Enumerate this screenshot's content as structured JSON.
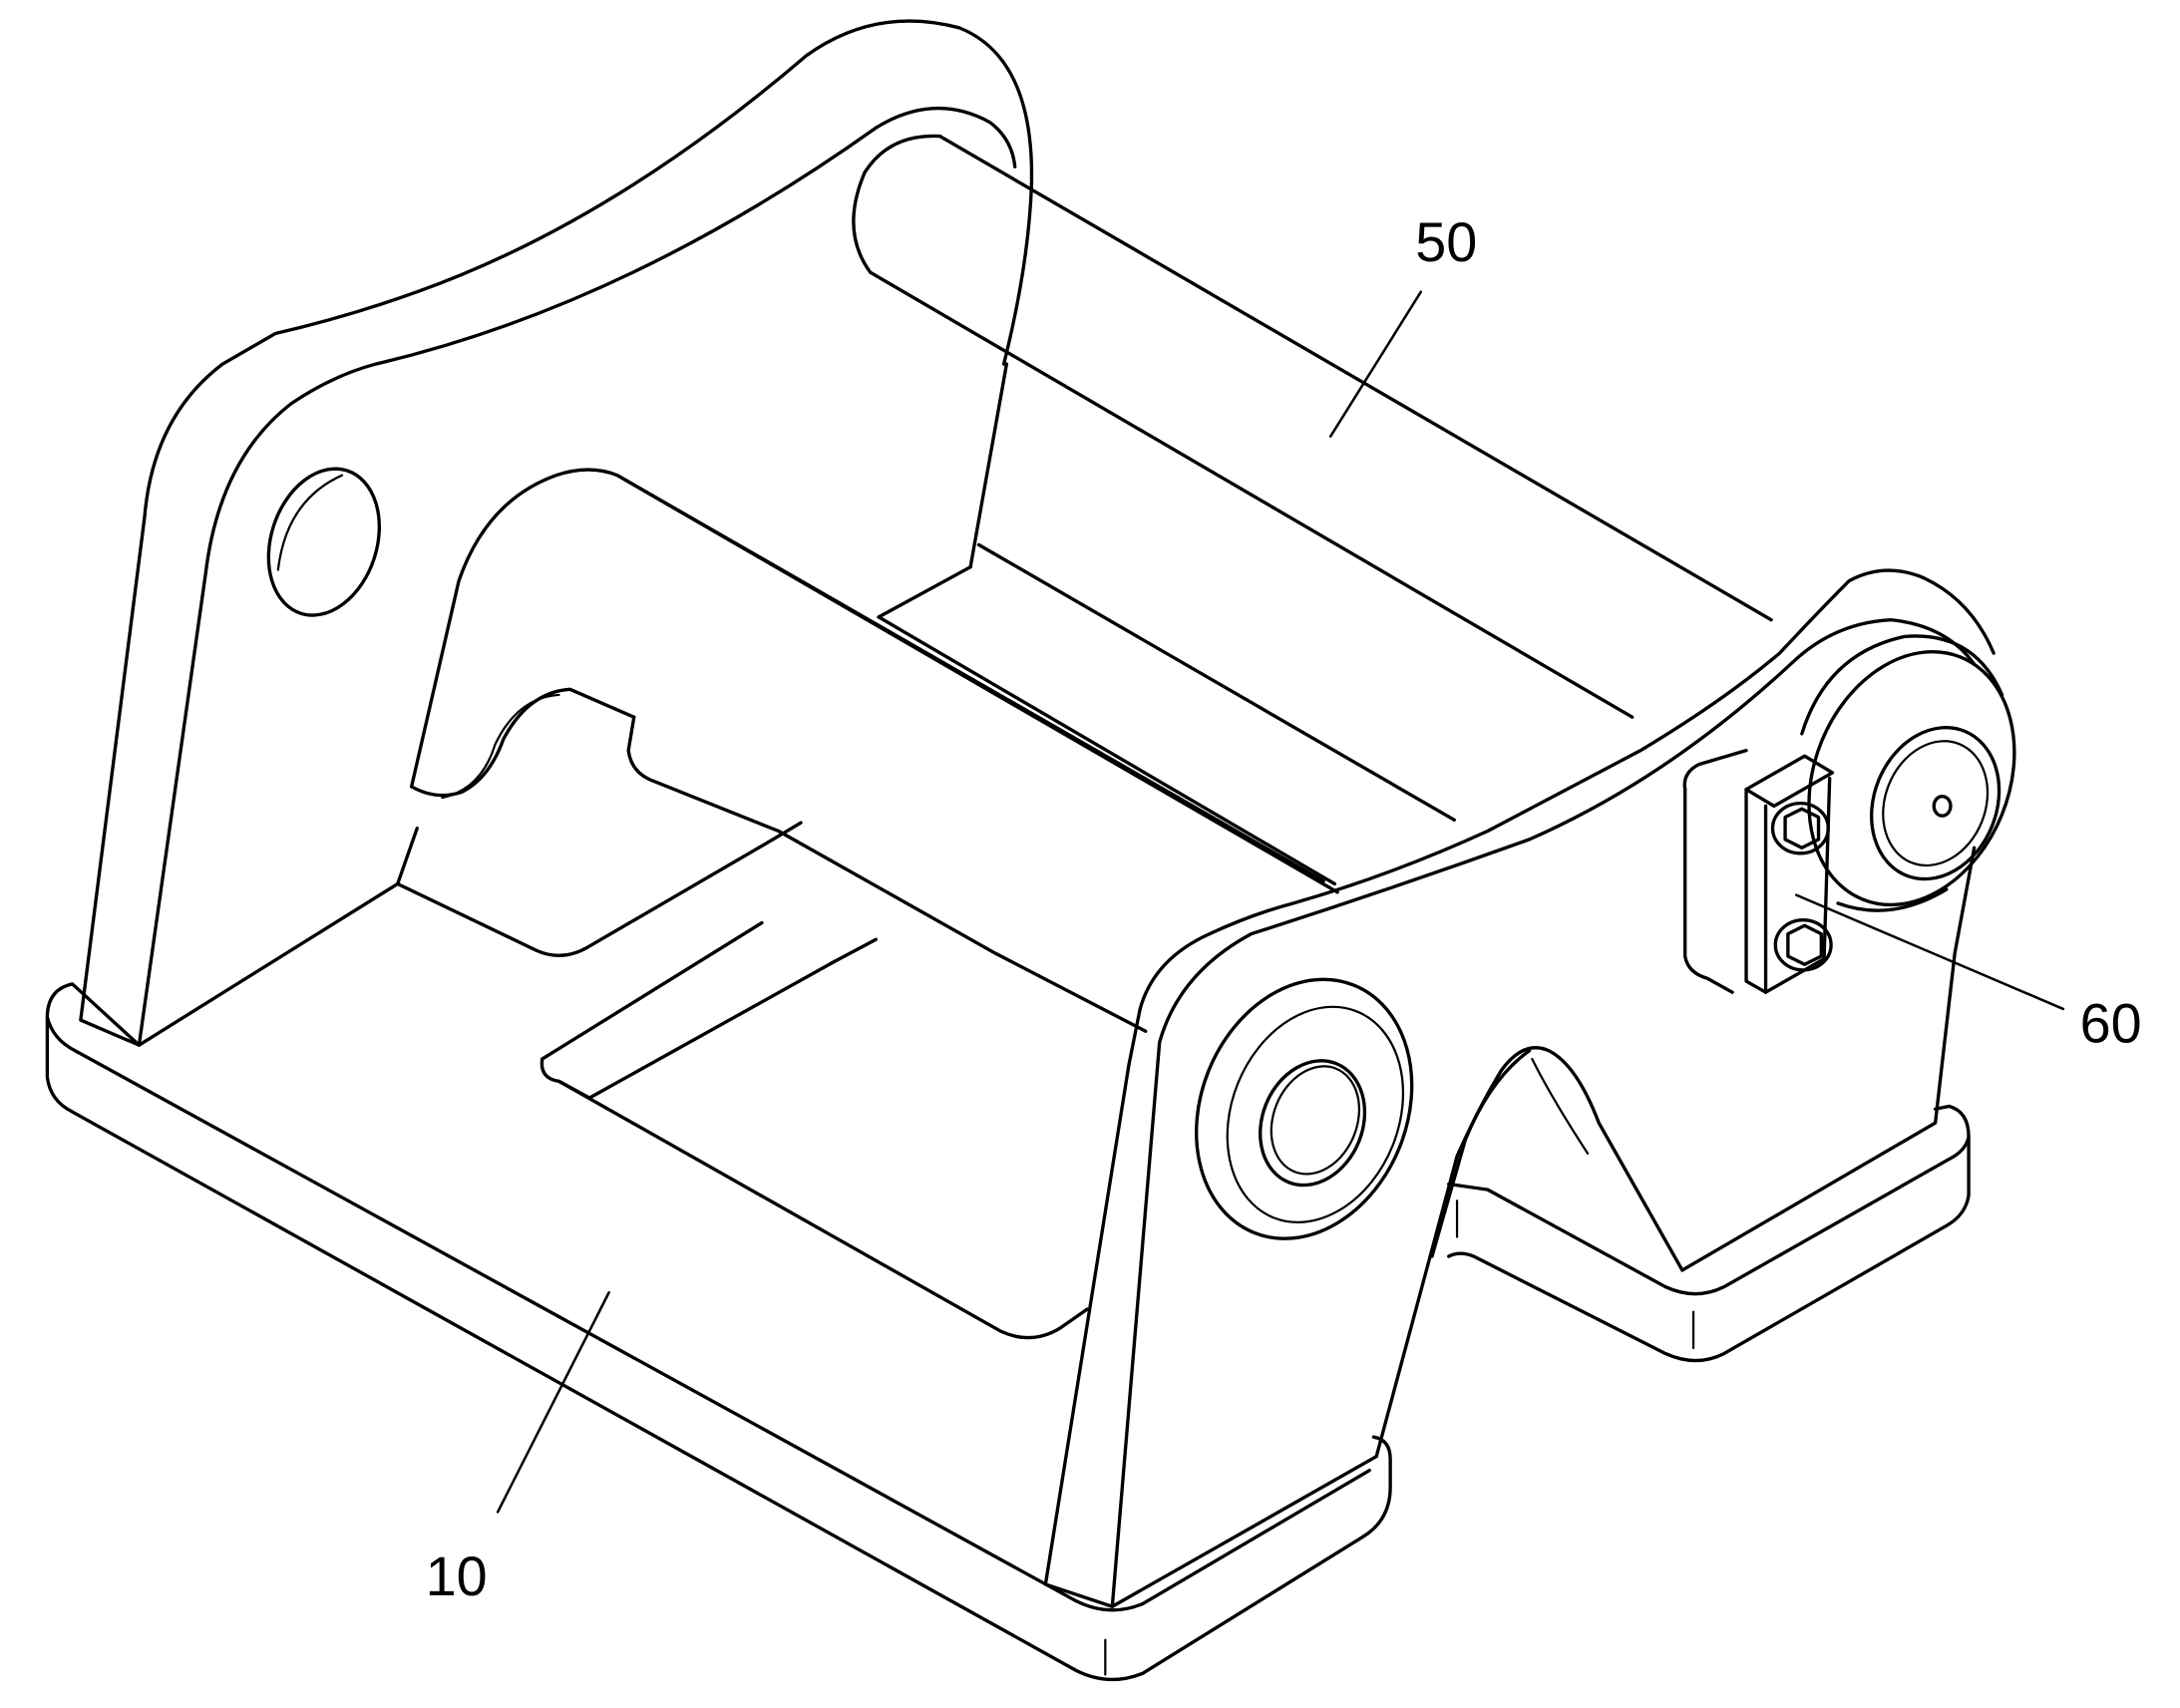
{
  "figure": {
    "labels": {
      "part_10": "10",
      "part_50": "50",
      "part_60": "60"
    }
  }
}
